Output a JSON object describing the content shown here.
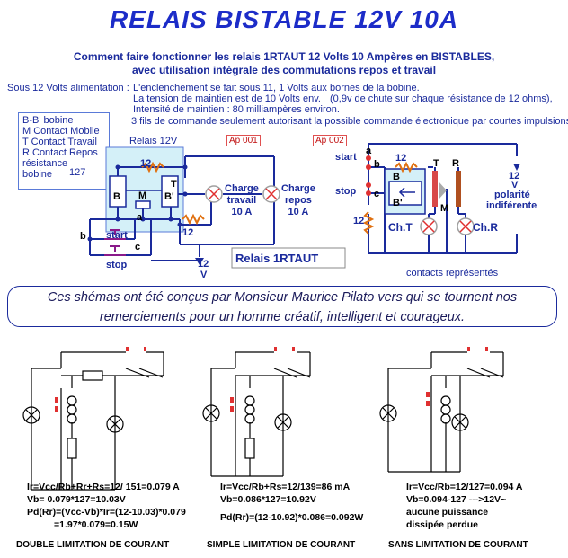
{
  "title": "RELAIS BISTABLE 12V 10A",
  "subtitle1": "Comment faire fonctionner les relais 1RTAUT 12 Volts 10 Ampères en  BISTABLES,",
  "subtitle2": "avec utilisation intégrale des commutations repos et travail",
  "info": {
    "label": "Sous 12 Volts alimentation :",
    "line1": "L'enclenchement se fait sous 11, 1 Volts aux bornes de la bobine.",
    "line2a": "La tension de maintien est de 10 Volts env.",
    "line2b": "(0,9v de chute sur chaque résistance de 12 ohms),",
    "line3": "Intensité de maintien : 80 milliampères environ.",
    "line4": "3 fils de commande seulement autorisant la  possible commande électronique par courtes impulsions."
  },
  "legend": {
    "bb": "B-B' bobine",
    "m": "M  Contact Mobile",
    "t": "T  Contact Travail",
    "r": "R  Contact Repos",
    "res1": "résistance",
    "res2": "bobine",
    "res_val": "127"
  },
  "diagram1": {
    "ap": "Ap 001",
    "relay": "Relais 12V",
    "r12a": "12",
    "r12b": "12",
    "B": "B",
    "M": "M",
    "Bp": "B'",
    "T": "T",
    "a": "a",
    "b": "b",
    "c": "c",
    "start": "start",
    "stop": "stop",
    "v12": "12",
    "v": "V",
    "charge_travail": [
      "Charge",
      "travail",
      "10 A"
    ],
    "charge_repos": [
      "Charge",
      "repos",
      "10 A"
    ],
    "relais_name": "Relais 1RTAUT"
  },
  "diagram2": {
    "ap": "Ap 002",
    "start": "start",
    "stop": "stop",
    "a": "a",
    "b": "b",
    "c": "c",
    "r12": "12",
    "r12b": "12",
    "B": "B",
    "Bp": "B'",
    "T": "T",
    "R": "R",
    "M": "M",
    "cht": "Ch.T",
    "chr": "Ch.R",
    "v12": "12",
    "v": "V",
    "pol1": "polarité",
    "pol2": "indiférente",
    "contacts": "contacts représentés"
  },
  "quote": {
    "line1": "Ces shémas ont été conçus par Monsieur Maurice Pilato vers qui se tournent nos",
    "line2": "remerciements pour un homme créatif, intelligent et courageux."
  },
  "schemas": [
    {
      "formula": [
        "Ir=Vcc/Rb+Rr+Rs=12/ 151=0.079 A",
        "Vb= 0.079*127=10.03V",
        "Pd(Rr)=(Vcc-Vb)*Ir=(12-10.03)*0.079",
        "=1.97*0.079=0.15W"
      ],
      "caption": "DOUBLE LIMITATION DE COURANT"
    },
    {
      "formula": [
        "Ir=Vcc/Rb+Rs=12/139=86 mA",
        "Vb=0.086*127=10.92V",
        "",
        "Pd(Rr)=(12-10.92)*0.086=0.092W"
      ],
      "caption": "SIMPLE LIMITATION DE COURANT"
    },
    {
      "formula": [
        "Ir=Vcc/Rb=12/127=0.094 A",
        "Vb=0.094-127 --->12V~",
        "aucune puissance",
        "dissipée perdue"
      ],
      "caption": "SANS LIMITATION DE COURANT"
    }
  ]
}
